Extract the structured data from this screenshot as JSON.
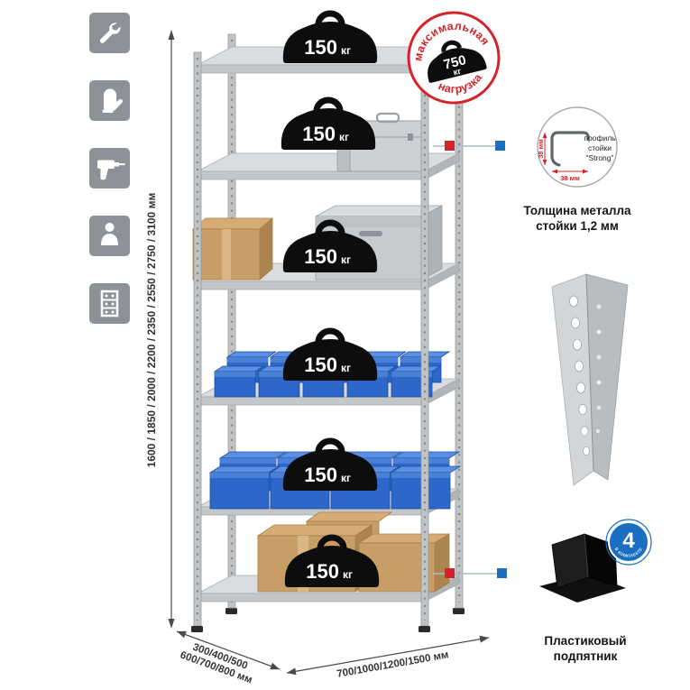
{
  "colors": {
    "accent_red": "#d6232a",
    "accent_blue": "#1a6fc0",
    "tile_gray": "#8c9298",
    "metal_light": "#dadde0",
    "bin_blue": "#2d67c9",
    "cardboard": "#c79e66"
  },
  "sidebar": {
    "icons": [
      {
        "name": "wrench"
      },
      {
        "name": "gloves"
      },
      {
        "name": "drill"
      },
      {
        "name": "person"
      },
      {
        "name": "rack-profile"
      }
    ]
  },
  "rack": {
    "shelves": [
      {
        "value": "150",
        "unit": "кг"
      },
      {
        "value": "150",
        "unit": "кг"
      },
      {
        "value": "150",
        "unit": "кг"
      },
      {
        "value": "150",
        "unit": "кг"
      },
      {
        "value": "150",
        "unit": "кг"
      },
      {
        "value": "150",
        "unit": "кг"
      }
    ]
  },
  "stamp": {
    "arc_top": "максимальная",
    "arc_bottom": "нагрузка",
    "value": "750",
    "unit": "кг"
  },
  "dimensions": {
    "height": "1600 / 1850 / 2000 / 2200 / 2350 / 2550 / 2750 / 3100 мм",
    "depth_line1": "300/400/500",
    "depth_line2": "600/700/800 мм",
    "width": "700/1000/1200/1500 мм"
  },
  "profile_callout": {
    "dim_vertical": "38 мм",
    "dim_horizontal": "38 мм",
    "label_lines": [
      "профиль",
      "стойки",
      "\"Strong\""
    ],
    "caption_line1": "Толщина металла",
    "caption_line2": "стойки 1,2 мм"
  },
  "foot_callout": {
    "badge_number": "4",
    "badge_text": "в комплекте",
    "caption_line1": "Пластиковый",
    "caption_line2": "подпятник"
  }
}
